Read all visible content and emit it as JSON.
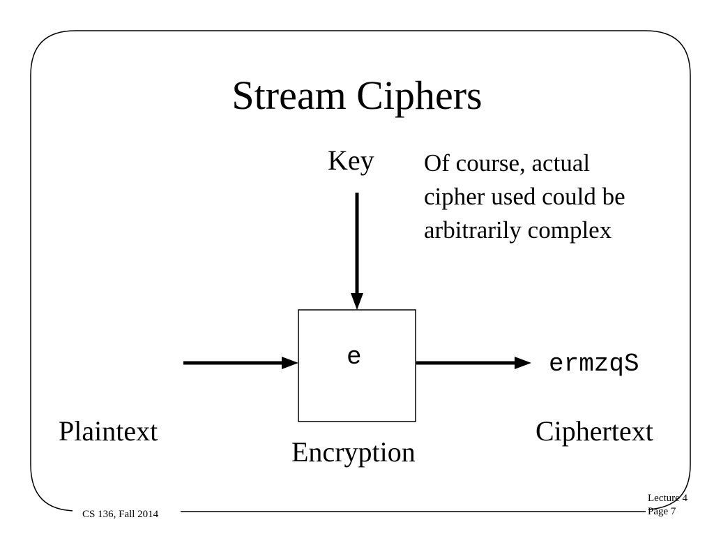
{
  "slide": {
    "title": "Stream Ciphers",
    "key_label": "Key",
    "note": "Of course, actual cipher used could be arbitrarily complex",
    "box_symbol": "e",
    "output_text": "ermzqS",
    "input_label": "Plaintext",
    "output_label": "Ciphertext",
    "box_label": "Encryption"
  },
  "footer": {
    "course": "CS 136, Fall 2014",
    "lecture": "Lecture 4",
    "page": "Page 7"
  }
}
